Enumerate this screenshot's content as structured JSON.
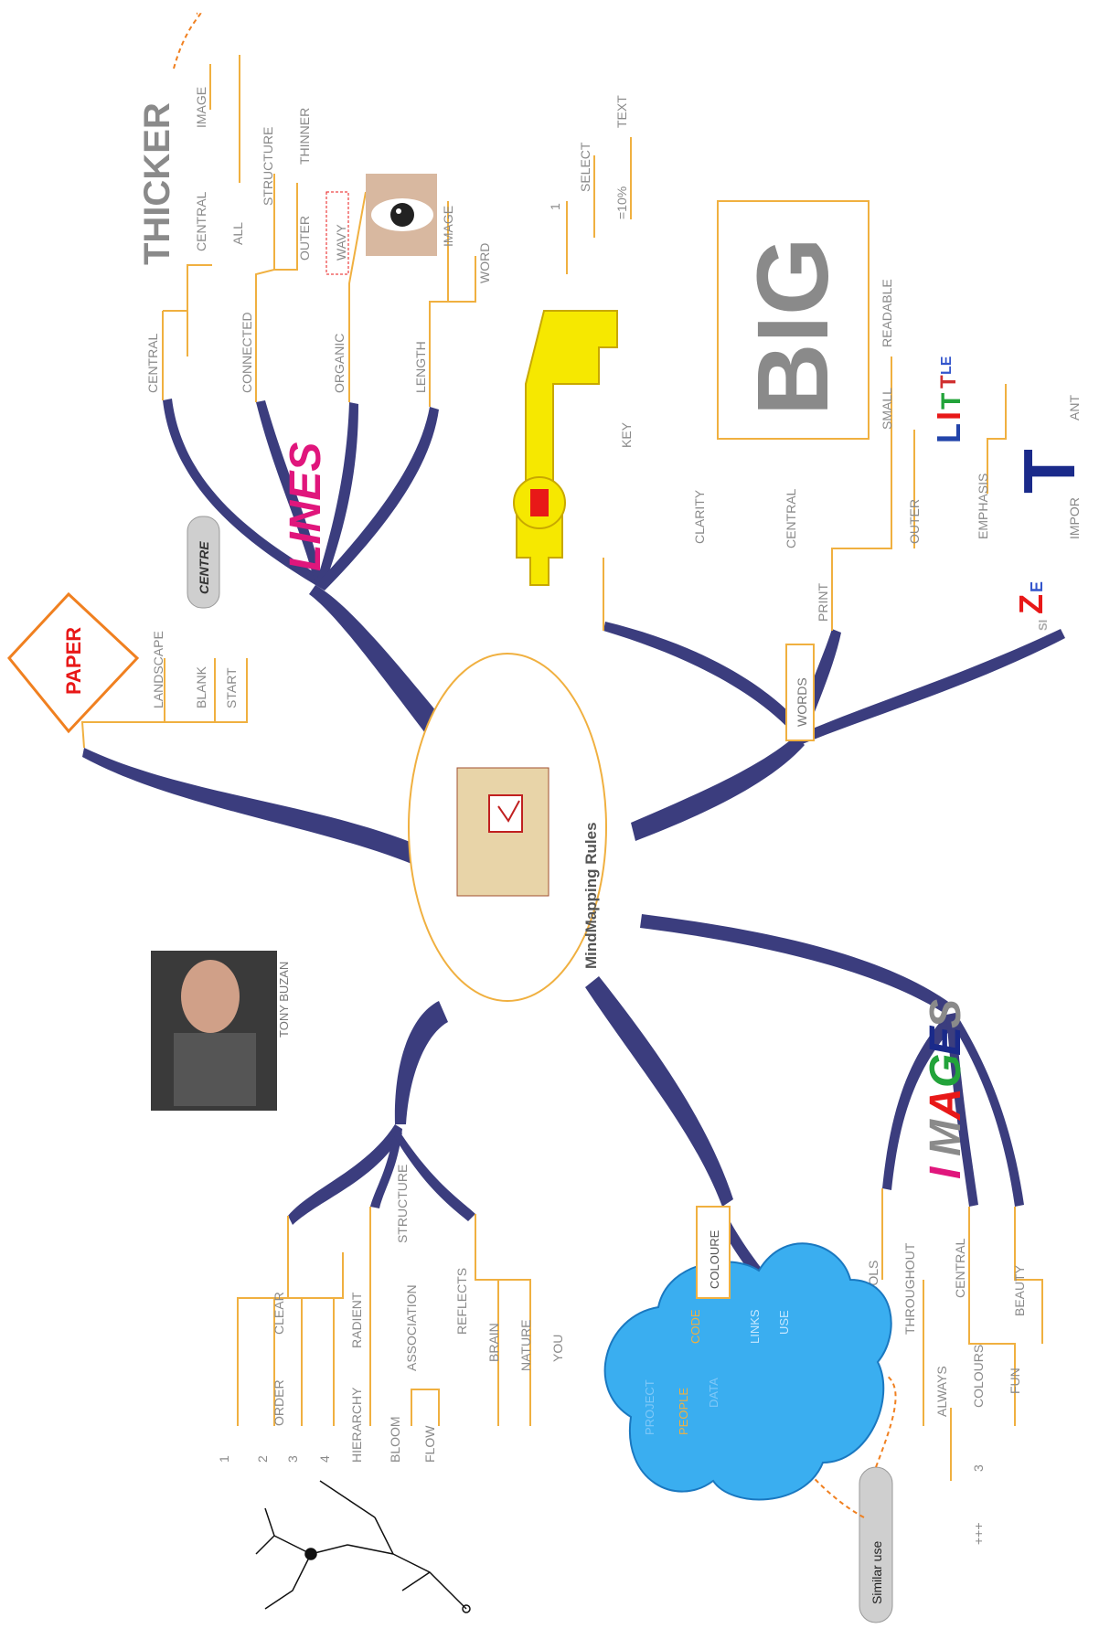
{
  "center": {
    "title": "MindMapping Rules"
  },
  "branches": {
    "paper": {
      "title": "PAPER",
      "items": [
        "LANDSCAPE",
        "BLANK",
        "START"
      ],
      "note": "CENTRE"
    },
    "lines": {
      "title": "LINES",
      "thicker": "THICKER",
      "items": [
        "CENTRAL",
        "CONNECTED",
        "ORGANIC",
        "LENGTH"
      ],
      "sub": [
        "CENTRAL",
        "IMAGE",
        "ALL",
        "STRUCTURE",
        "OUTER",
        "THINNER",
        "WAVY",
        "IMAGE",
        "WORD"
      ]
    },
    "key": {
      "label": "KEY",
      "items": [
        "1",
        "SELECT",
        "=10%",
        "TEXT"
      ]
    },
    "words": {
      "title": "WORDS",
      "big": "BIG",
      "items": [
        "PRINT",
        "CLARITY",
        "CENTRAL",
        "OUTER",
        "SMALL",
        "READABLE"
      ],
      "little": [
        "L",
        "I",
        "T",
        "T",
        "LE"
      ],
      "size": [
        "SI",
        "Z",
        "E"
      ],
      "emphasis": "EMPHASIS",
      "important": [
        "IMPOR",
        "T",
        "ANT"
      ]
    },
    "images": {
      "title": [
        "I",
        "M",
        "A",
        "G",
        "E",
        "S"
      ],
      "items": [
        "CODES/SYMBOLS",
        "THROUGHOUT",
        "ALWAYS",
        "CENTRAL",
        "COLOURS",
        "3",
        "+++",
        "FUN",
        "BEAUTY"
      ],
      "note": "Similar use"
    },
    "colour": {
      "title": "COLOURE",
      "items": [
        "CODE",
        "PROJECT",
        "PEOPLE",
        "DATA",
        "LINKS",
        "USE"
      ]
    },
    "structure": {
      "title": "STRUCTURE",
      "items": [
        "CLEAR",
        "ORDER",
        "1",
        "2",
        "3",
        "4",
        "RADIENT",
        "HIERARCHY",
        "ASSOCIATION",
        "BLOOM",
        "FLOW",
        "REFLECTS",
        "BRAIN",
        "NATURE",
        "YOU"
      ]
    },
    "person": {
      "caption": "TONY BUZAN"
    }
  },
  "colors": {
    "branch": "#3b3d7e",
    "line": "#f0b040",
    "text": "#8a8a8a",
    "lines_title": "#e0167c",
    "big": "#8a8a8a",
    "paper": "#e81818",
    "cloud": "#3aaef0",
    "note_arrow": "#f08020"
  }
}
